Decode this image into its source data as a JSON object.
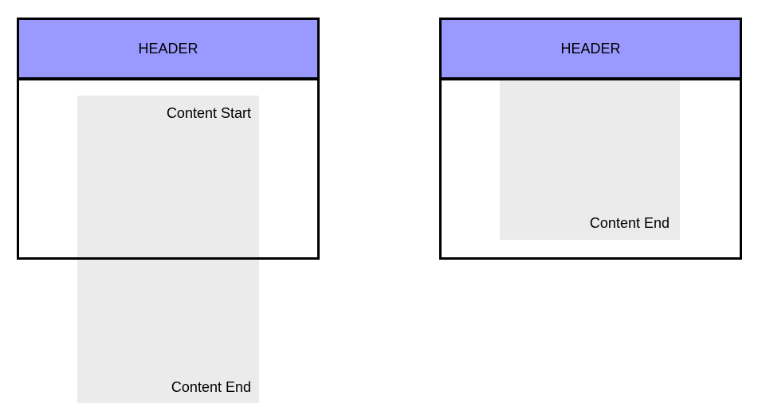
{
  "diagram": {
    "left_panel": {
      "header_label": "HEADER",
      "content_start_label": "Content Start",
      "content_end_label": "Content End"
    },
    "right_panel": {
      "header_label": "HEADER",
      "content_end_label": "Content End"
    },
    "colors": {
      "header_bg": "#9999ff",
      "content_bg": "#ebebeb",
      "border": "#000000"
    }
  }
}
